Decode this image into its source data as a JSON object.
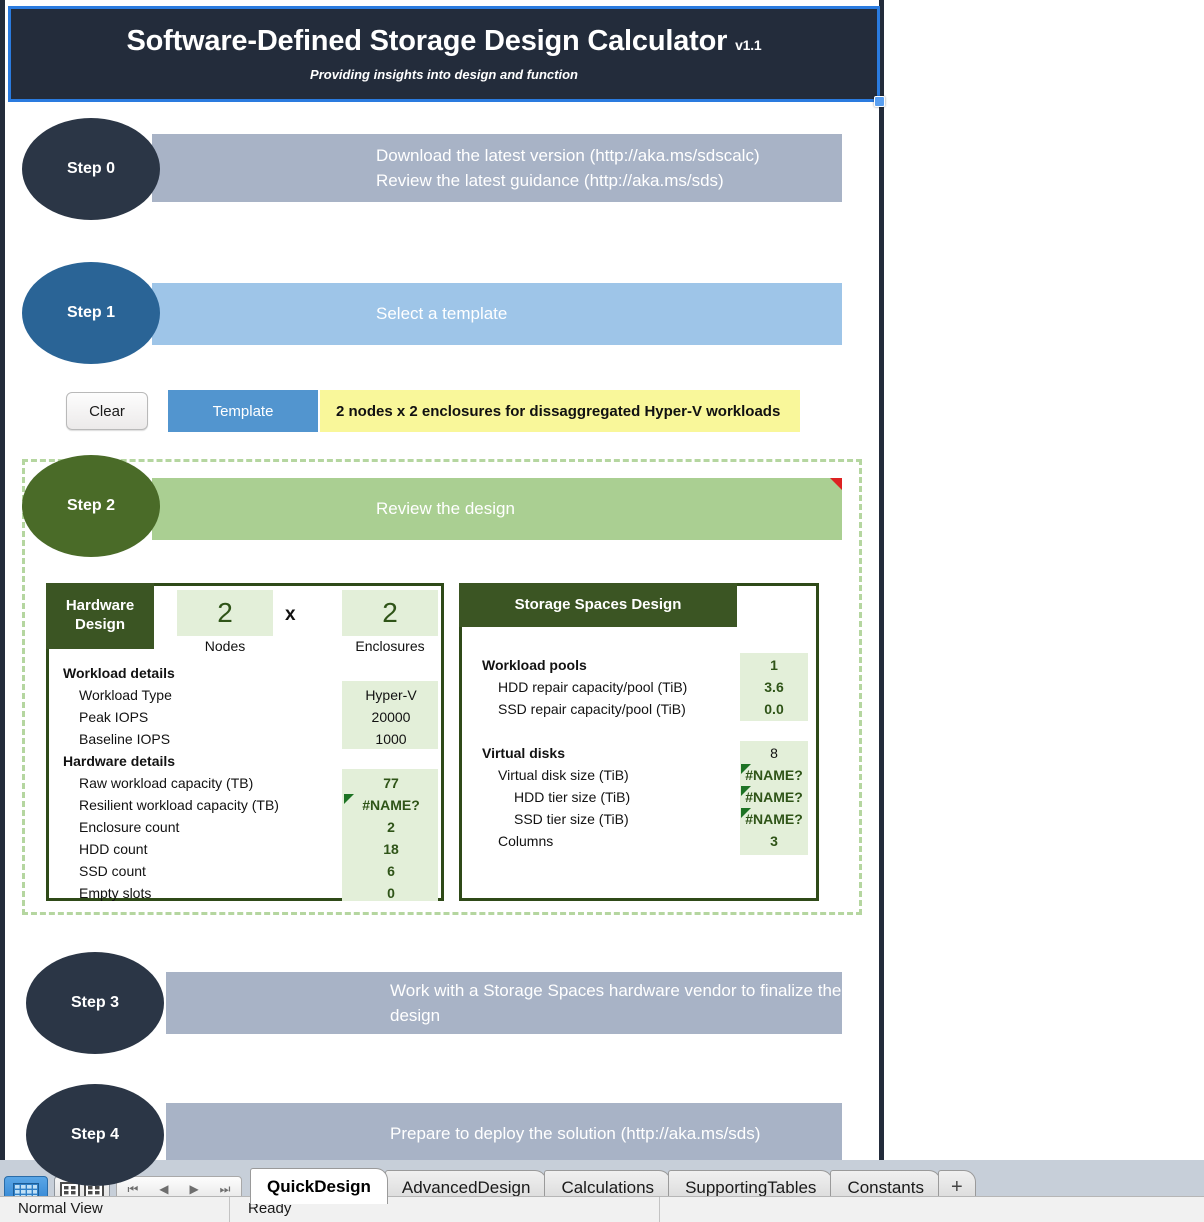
{
  "header": {
    "title": "Software-Defined Storage Design Calculator",
    "version": "v1.1",
    "subtitle": "Providing insights into design and function",
    "banner_color": "#232c3b",
    "selection_color": "#2a7bdf"
  },
  "steps": [
    {
      "bubble": "Step 0",
      "lines": [
        "Download the latest version (http://aka.ms/sdscalc)",
        "Review the latest guidance (http://aka.ms/sds)"
      ],
      "bar_color": "#a8b3c6",
      "bubble_color": "#2b3646"
    },
    {
      "bubble": "Step 1",
      "lines": [
        "Select a template"
      ],
      "bar_color": "#9ec5e8",
      "bubble_color": "#2a6496"
    },
    {
      "bubble": "Step 2",
      "lines": [
        "Review the design"
      ],
      "bar_color": "#aacf92",
      "bubble_color": "#4a6b28"
    },
    {
      "bubble": "Step 3",
      "lines": [
        "Work with a Storage Spaces hardware vendor to finalize the design"
      ],
      "bar_color": "#a8b3c6",
      "bubble_color": "#2b3646"
    },
    {
      "bubble": "Step 4",
      "lines": [
        "Prepare to deploy the solution (http://aka.ms/sds)"
      ],
      "bar_color": "#a8b3c6",
      "bubble_color": "#2b3646"
    }
  ],
  "template_row": {
    "clear_label": "Clear",
    "template_label": "Template",
    "template_value": "2 nodes x 2 enclosures for dissaggregated Hyper-V workloads",
    "value_bg": "#f9f79a",
    "button_bg": "#5295cf"
  },
  "hardware_panel": {
    "title": "Hardware Design",
    "nodes_value": "2",
    "nodes_caption": "Nodes",
    "multiply_symbol": "x",
    "enclosures_value": "2",
    "enclosures_caption": "Enclosures",
    "sections": [
      {
        "heading": "Workload details",
        "rows": [
          {
            "label": "Workload Type",
            "value": "Hyper-V",
            "indent": 1,
            "bold": false,
            "error": false
          },
          {
            "label": "Peak IOPS",
            "value": "20000",
            "indent": 1,
            "bold": false,
            "error": false
          },
          {
            "label": "Baseline IOPS",
            "value": "1000",
            "indent": 1,
            "bold": false,
            "error": false
          }
        ]
      },
      {
        "heading": "Hardware details",
        "rows": [
          {
            "label": "Raw workload capacity (TB)",
            "value": "77",
            "indent": 1,
            "bold": true,
            "error": false
          },
          {
            "label": "Resilient workload capacity (TB)",
            "value": "#NAME?",
            "indent": 1,
            "bold": true,
            "error": true
          },
          {
            "label": "Enclosure count",
            "value": "2",
            "indent": 1,
            "bold": true,
            "error": false
          },
          {
            "label": "HDD count",
            "value": "18",
            "indent": 1,
            "bold": true,
            "error": false
          },
          {
            "label": "SSD count",
            "value": "6",
            "indent": 1,
            "bold": true,
            "error": false
          },
          {
            "label": "Empty slots",
            "value": "0",
            "indent": 1,
            "bold": true,
            "error": false
          }
        ]
      }
    ]
  },
  "storage_panel": {
    "title": "Storage Spaces Design",
    "sections": [
      {
        "heading": "Workload pools",
        "heading_value": "1",
        "rows": [
          {
            "label": "HDD repair capacity/pool (TiB)",
            "value": "3.6",
            "indent": 1,
            "error": false
          },
          {
            "label": "SSD repair capacity/pool (TiB)",
            "value": "0.0",
            "indent": 1,
            "error": false
          }
        ]
      },
      {
        "heading": "Virtual disks",
        "heading_value": "8",
        "rows": [
          {
            "label": "Virtual disk size (TiB)",
            "value": "#NAME?",
            "indent": 1,
            "error": true
          },
          {
            "label": "HDD tier size (TiB)",
            "value": "#NAME?",
            "indent": 2,
            "error": true
          },
          {
            "label": "SSD tier size (TiB)",
            "value": "#NAME?",
            "indent": 2,
            "error": true
          },
          {
            "label": "Columns",
            "value": "3",
            "indent": 1,
            "error": false
          }
        ]
      }
    ]
  },
  "bottom": {
    "nav_icons": [
      "first-icon",
      "prev-icon",
      "next-icon",
      "last-icon"
    ],
    "tabs": [
      {
        "label": "QuickDesign",
        "active": true
      },
      {
        "label": "AdvancedDesign",
        "active": false
      },
      {
        "label": "Calculations",
        "active": false
      },
      {
        "label": "SupportingTables",
        "active": false
      },
      {
        "label": "Constants",
        "active": false
      }
    ],
    "add_sheet_label": "+",
    "view_buttons": [
      "normal-view-icon",
      "page-layout-icon"
    ]
  },
  "status": {
    "view_mode": "Normal View",
    "state": "Ready"
  }
}
